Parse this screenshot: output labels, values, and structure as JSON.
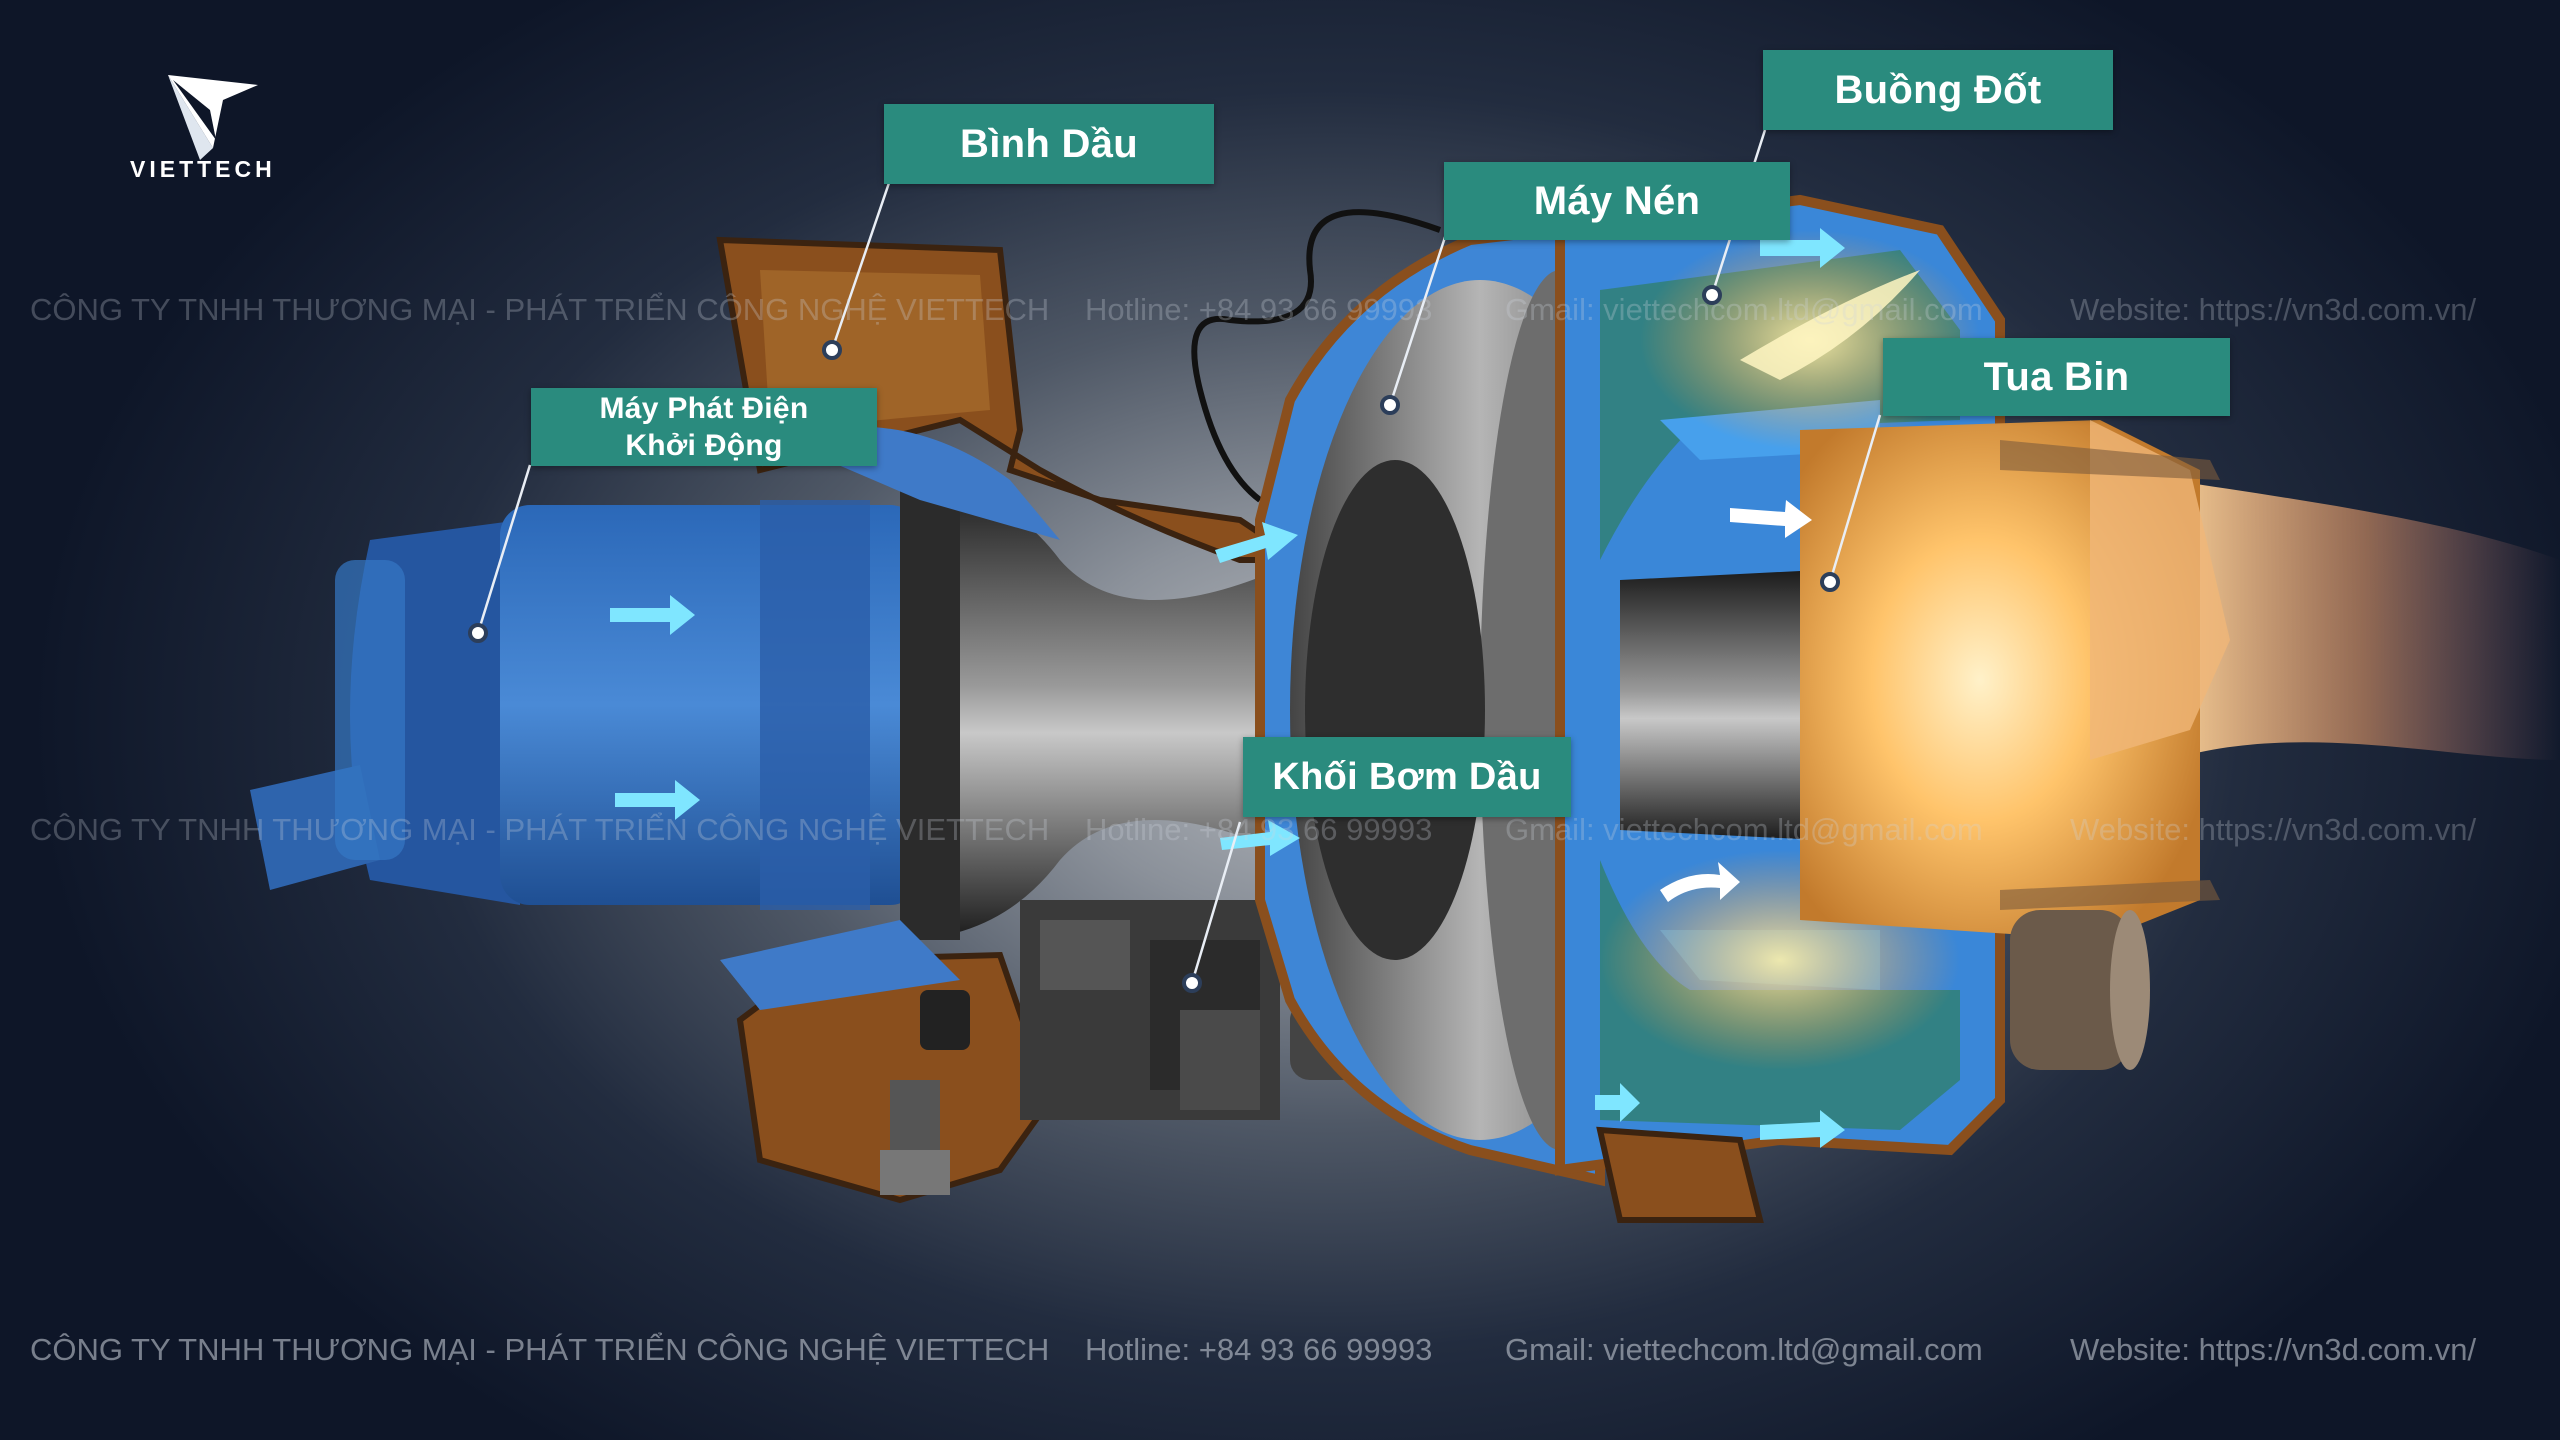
{
  "brand": {
    "logo_text": "VIETTECH"
  },
  "labels": {
    "binh_dau": "Bình Dầu",
    "may_phat_line1": "Máy Phát Điện",
    "may_phat_line2": "Khởi Động",
    "may_nen": "Máy Nén",
    "buong_dot": "Buồng Đốt",
    "tua_bin": "Tua Bin",
    "khoi_bom_dau": "Khối Bơm Dầu"
  },
  "watermark": {
    "company": "CÔNG TY TNHH THƯƠNG MẠI - PHÁT TRIỂN CÔNG NGHỆ VIETTECH",
    "hotline": "Hotline: +84 93 66 99993",
    "gmail": "Gmail: viettechcom.ltd@gmail.com",
    "website": "Website: https://vn3d.com.vn/"
  },
  "colors": {
    "label_bg": "#2a8b7e",
    "engine_blue": "#2f6fc4",
    "casing_brown": "#8a4f1d",
    "arrow": "#7fe6ff",
    "flame": "#ffb347"
  },
  "icons": [
    "viettech-logo-icon",
    "flow-arrow-icon",
    "pointer-dot-icon"
  ]
}
